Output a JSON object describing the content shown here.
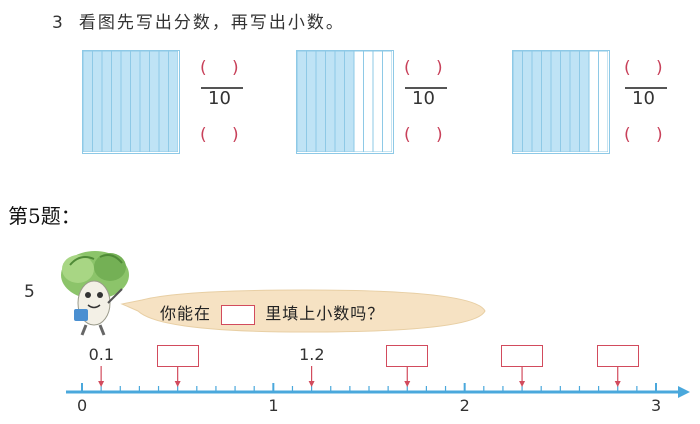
{
  "question3": {
    "number": "3",
    "instruction": "看图先写出分数，再写出小数。",
    "paren": "( )",
    "denominator": "10",
    "grids": [
      {
        "shaded_columns": 10,
        "total_columns": 10
      },
      {
        "shaded_columns": 6,
        "total_columns": 10
      },
      {
        "shaded_columns": 8,
        "total_columns": 10
      }
    ]
  },
  "section_label": "第5题：",
  "question5": {
    "number": "5",
    "speech": [
      "你能在",
      "里填上小数吗？"
    ],
    "number_line": {
      "min": 0,
      "max": 3,
      "integer_labels": [
        "0",
        "1",
        "2",
        "3"
      ],
      "known_labels": [
        "0.1",
        "1.2"
      ],
      "known_values": [
        0.1,
        1.2
      ],
      "blank_values": [
        0.5,
        1.7,
        2.3,
        2.8
      ]
    }
  },
  "colors": {
    "grid_line": "#8ec9e6",
    "grid_fill": "#bfe3f5",
    "paren": "#c8415a",
    "box_border": "#d24b5d",
    "axis": "#4aa8dc",
    "arrow": "#d24b5d",
    "bubble": "#f6e2c3"
  }
}
